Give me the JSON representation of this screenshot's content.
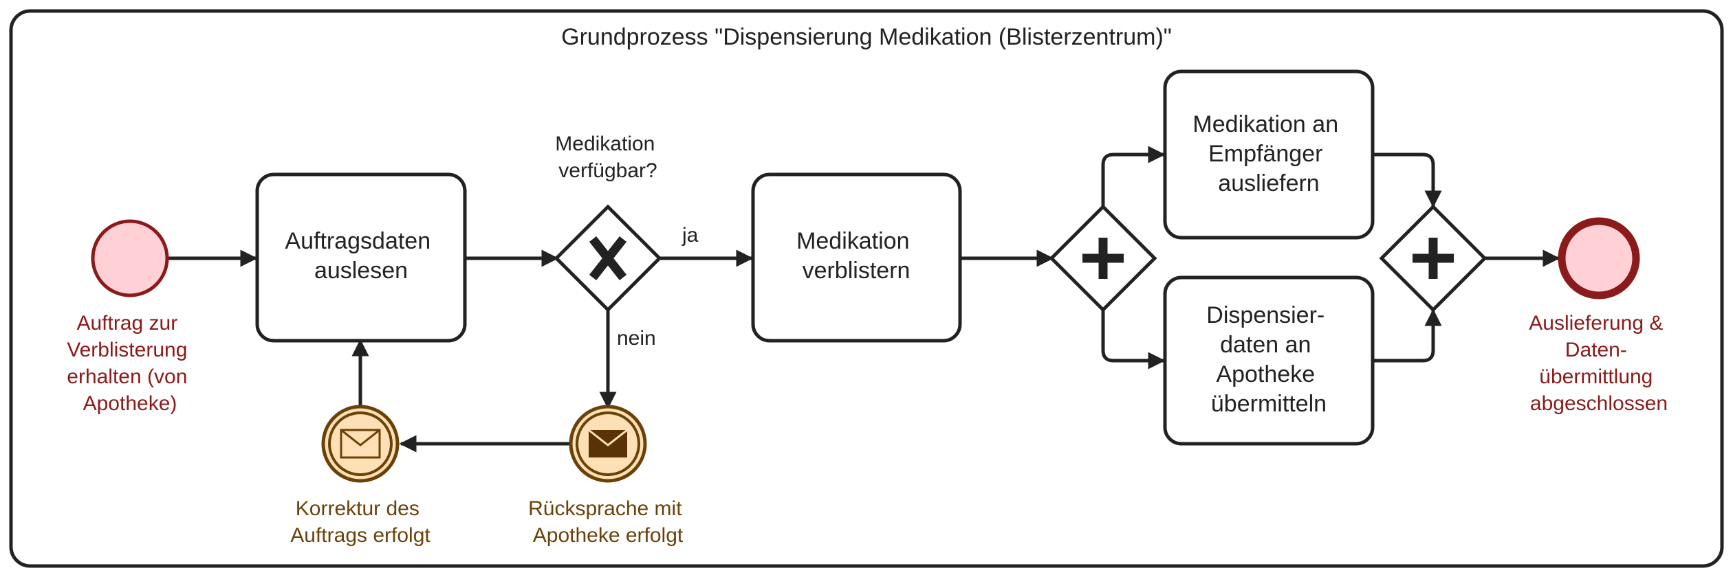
{
  "pool": {
    "title": "Grundprozess \"Dispensierung Medikation (Blisterzentrum)\""
  },
  "colors": {
    "start_fill": "#ffd1d7",
    "start_stroke": "#8b1a1a",
    "event_label": "#8b1a1a",
    "message_fill": "#fde0b5",
    "message_stroke": "#6b4108",
    "message_label": "#6b4108",
    "line": "#222222"
  },
  "start_event": {
    "label_lines": [
      "Auftrag zur",
      "Verblisterung",
      "erhalten (von",
      "Apotheke)"
    ]
  },
  "end_event": {
    "label_lines": [
      "Auslieferung &",
      "Daten-",
      "übermittlung",
      "abgeschlossen"
    ]
  },
  "tasks": {
    "auftragsdaten": {
      "lines": [
        "Auftragsdaten",
        "auslesen"
      ]
    },
    "verblistern": {
      "lines": [
        "Medikation",
        "verblistern"
      ]
    },
    "ausliefern": {
      "lines": [
        "Medikation an",
        "Empfänger",
        "ausliefern"
      ]
    },
    "dispensierdaten": {
      "lines": [
        "Dispensier-",
        "daten an",
        "Apotheke",
        "übermitteln"
      ]
    }
  },
  "gateway_xor": {
    "question_lines": [
      "Medikation",
      "verfügbar?"
    ],
    "yes_label": "ja",
    "no_label": "nein"
  },
  "intermediate_events": {
    "ruecksprache": {
      "lines": [
        "Rücksprache mit",
        "Apotheke erfolgt"
      ],
      "icon": "envelope-filled-icon"
    },
    "korrektur": {
      "lines": [
        "Korrektur des",
        "Auftrags erfolgt"
      ],
      "icon": "envelope-outline-icon"
    }
  }
}
